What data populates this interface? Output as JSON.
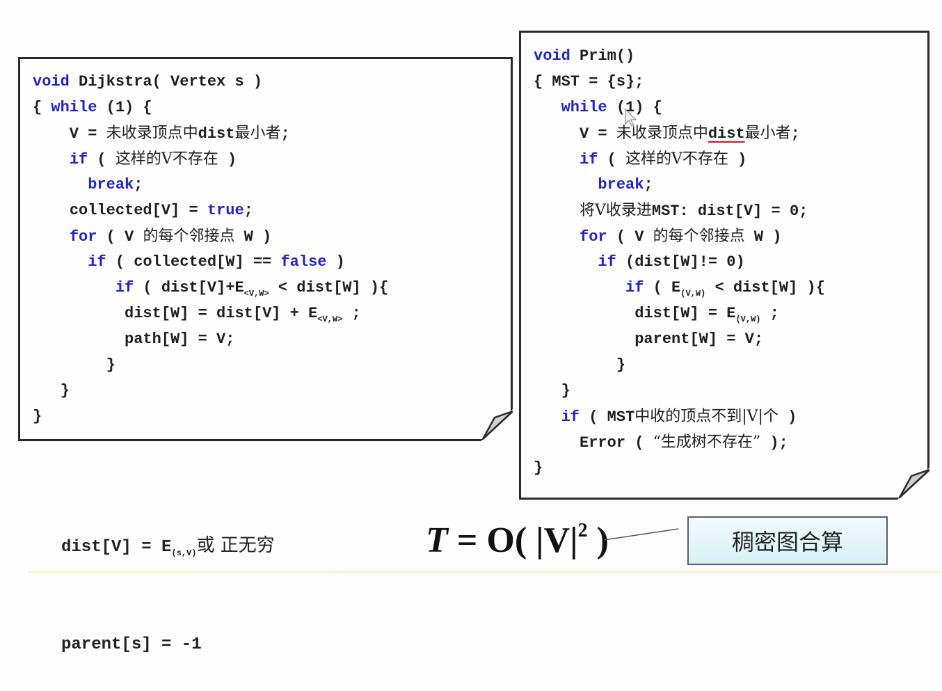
{
  "slide": {
    "dijkstra": {
      "lines": [
        {
          "kw": "void",
          "rest": " Dijkstra( Vertex s )"
        },
        {
          "pre": "{ ",
          "kw": "while",
          "rest": " (1) {"
        },
        {
          "pre": "    V = ",
          "cn": "未收录顶点中",
          "rest": "dist",
          "cn2": "最小者",
          "tail": ";"
        },
        {
          "pre": "    ",
          "kw": "if",
          "rest": " ( ",
          "cn": "这样的V不存在",
          "tail": " )"
        },
        {
          "pre": "      ",
          "kw": "break",
          "rest": ";"
        },
        {
          "pre": "    ",
          "rest": "collected[V] = ",
          "kw2": "true",
          "tail": ";"
        },
        {
          "pre": "    ",
          "kw": "for",
          "rest": " ( V ",
          "cn": "的每个邻接点",
          "tail": " W )"
        },
        {
          "pre": "      ",
          "kw": "if",
          "rest": " ( collected[W] == ",
          "kw2": "false",
          "tail": " )"
        },
        {
          "pre": "         ",
          "kw": "if",
          "rest": " ( dist[V]+E",
          "sub": "<V,W>",
          "tail": " < dist[W] ){"
        },
        {
          "pre": "          ",
          "rest": "dist[W] = dist[V] + E",
          "sub": "<V,W>",
          "tail": " ;"
        },
        {
          "pre": "          ",
          "rest": "path[W] = V;"
        },
        {
          "pre": "        ",
          "rest": "}"
        },
        {
          "pre": "   ",
          "rest": "}"
        },
        {
          "pre": "",
          "rest": "}"
        }
      ]
    },
    "prim": {
      "lines": [
        {
          "kw": "void",
          "rest": " Prim()"
        },
        {
          "pre": "{ ",
          "rest": "MST = {s};"
        },
        {
          "pre": "   ",
          "kw": "while",
          "rest": " (1) {"
        },
        {
          "pre": "     V = ",
          "cn": "未收录顶点中",
          "rest": "dist",
          "underline": true,
          "cn2": "最小者",
          "tail": ";"
        },
        {
          "pre": "     ",
          "kw": "if",
          "rest": " ( ",
          "cn": "这样的V不存在",
          "tail": " )"
        },
        {
          "pre": "       ",
          "kw": "break",
          "rest": ";"
        },
        {
          "pre": "     ",
          "cn": "将V收录进",
          "rest": "MST: dist[V] = 0;"
        },
        {
          "pre": "     ",
          "kw": "for",
          "rest": " ( V ",
          "cn": "的每个邻接点",
          "tail": " W )"
        },
        {
          "pre": "       ",
          "kw": "if",
          "rest": " (dist[W]!= 0)"
        },
        {
          "pre": "          ",
          "kw": "if",
          "rest": " ( E",
          "sub": "(V,W)",
          "tail": " < dist[W] ){"
        },
        {
          "pre": "           ",
          "rest": "dist[W] = E",
          "sub": "(V,W)",
          "tail": " ;"
        },
        {
          "pre": "           ",
          "rest": "parent[W] = V;"
        },
        {
          "pre": "         ",
          "rest": "}"
        },
        {
          "pre": "   ",
          "rest": "}"
        },
        {
          "pre": "   ",
          "kw": "if",
          "rest": " ( MST",
          "cn": "中收的顶点不到|V|个",
          "tail": " )"
        },
        {
          "pre": "     ",
          "rest": "Error ( ",
          "cn": "“生成树不存在”",
          "tail": " );"
        },
        {
          "pre": "",
          "rest": "}"
        }
      ]
    },
    "init_notes": {
      "line1_code": "dist[V] = E",
      "line1_sub": "(s,V)",
      "line1_cn": "或 正无穷",
      "line2": "parent[s] = -1"
    },
    "complexity": {
      "T": "T",
      "eq": " = O( |V|",
      "exp": "2",
      "close": " )"
    },
    "callout": {
      "label": "稠密图合算"
    },
    "colors": {
      "keyword": "#2323c8",
      "text": "#1e1e1e",
      "underline": "#e01010",
      "callout_bg": "#d6f1f6"
    }
  }
}
